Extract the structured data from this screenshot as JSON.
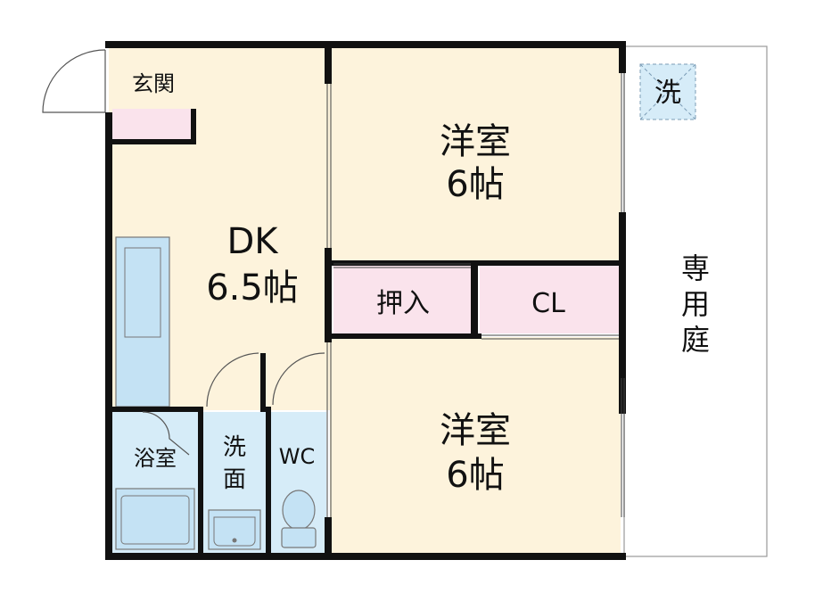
{
  "rooms": {
    "genkan": "玄関",
    "dk_name": "DK",
    "dk_size": "6.5帖",
    "western_upper_name": "洋室",
    "western_upper_size": "6帖",
    "western_lower_name": "洋室",
    "western_lower_size": "6帖",
    "oshiire": "押入",
    "closet": "CL",
    "bath": "浴室",
    "washroom_1": "洗",
    "washroom_2": "面",
    "toilet": "WC"
  },
  "exterior": {
    "laundry": "洗",
    "garden_1": "専",
    "garden_2": "用",
    "garden_3": "庭"
  },
  "colors": {
    "room_fill": "#fdf3dc",
    "wet_area_fill": "#d6ecf8",
    "storage_fill": "#fae3ec",
    "wall": "#111111",
    "fixture_fill": "#c4e2f4"
  }
}
